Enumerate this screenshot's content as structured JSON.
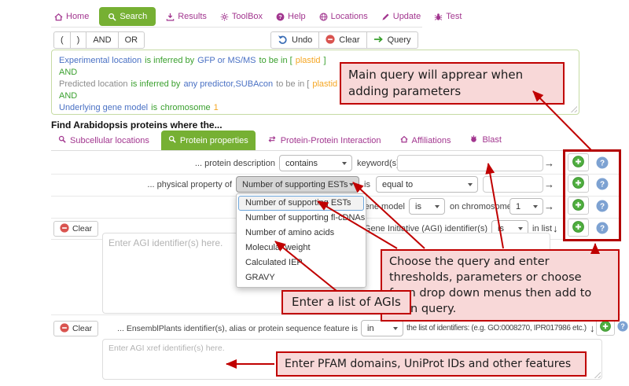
{
  "nav": {
    "items": [
      {
        "label": "Home",
        "icon": "home-icon",
        "active": false
      },
      {
        "label": "Search",
        "icon": "search-icon",
        "active": true
      },
      {
        "label": "Results",
        "icon": "download-icon",
        "active": false
      },
      {
        "label": "ToolBox",
        "icon": "gears-icon",
        "active": false
      },
      {
        "label": "Help",
        "icon": "help-icon",
        "active": false
      },
      {
        "label": "Locations",
        "icon": "globe-icon",
        "active": false
      },
      {
        "label": "Update",
        "icon": "pencil-icon",
        "active": false
      },
      {
        "label": "Test",
        "icon": "bug-icon",
        "active": false
      }
    ]
  },
  "toolbar": {
    "paren_open": "(",
    "paren_close": ")",
    "and_label": "AND",
    "or_label": "OR",
    "undo_label": "Undo",
    "clear_label": "Clear",
    "query_label": "Query"
  },
  "query_box": {
    "lines": [
      {
        "tokens": [
          {
            "text": "Experimental location",
            "color": "blue"
          },
          {
            "text": "is inferred by",
            "color": "green"
          },
          {
            "text": "GFP or MS/MS",
            "color": "blue"
          },
          {
            "text": "to be in [",
            "color": "green"
          },
          {
            "text": "plastid",
            "color": "orange"
          },
          {
            "text": "]",
            "color": "green"
          }
        ]
      },
      {
        "tokens": [
          {
            "text": "AND",
            "color": "green"
          }
        ]
      },
      {
        "tokens": [
          {
            "text": "Predicted location",
            "color": "gray"
          },
          {
            "text": "is inferred by",
            "color": "green"
          },
          {
            "text": "any predictor,SUBAcon",
            "color": "blue"
          },
          {
            "text": "to be in [",
            "color": "gray"
          },
          {
            "text": "plastid",
            "color": "orange"
          },
          {
            "text": "]",
            "color": "gray"
          }
        ]
      },
      {
        "tokens": [
          {
            "text": "AND",
            "color": "green"
          }
        ]
      },
      {
        "tokens": [
          {
            "text": "Underlying gene model",
            "color": "blue"
          },
          {
            "text": "is",
            "color": "green"
          },
          {
            "text": "chromosome",
            "color": "green"
          },
          {
            "text": "1",
            "color": "orange"
          }
        ]
      }
    ]
  },
  "heading": "Find Arabidopsis proteins where the...",
  "tabs": [
    {
      "label": "Subcellular locations",
      "icon": "search-icon",
      "active": false
    },
    {
      "label": "Protein properties",
      "icon": "search-icon",
      "active": true
    },
    {
      "label": "Protein-Protein Interaction",
      "icon": "exchange-icon",
      "active": false
    },
    {
      "label": "Affiliations",
      "icon": "home-icon",
      "active": false
    },
    {
      "label": "Blast",
      "icon": "blast-icon",
      "active": false
    }
  ],
  "rows": {
    "protein_description": {
      "label": "... protein description",
      "operator_value": "contains",
      "keyword_label": "keyword(s)",
      "keyword_value": "",
      "arrow": "→"
    },
    "physical_property": {
      "label": "... physical property of",
      "property_value": "Number of supporting ESTs",
      "is_label": "is",
      "comparator_value": "equal to",
      "threshold_value": "",
      "arrow": "→"
    },
    "gene_model": {
      "label": "... gene model",
      "is_value": "is",
      "chromosome_label": "on chromosome",
      "chromosome_value": "1",
      "arrow": "→"
    },
    "agi_list": {
      "clear_label": "Clear",
      "label": "... Arabidopsis Gene Initiative (AGI) identifier(s)",
      "is_value": "is",
      "in_list_label": "in list",
      "arrow": "↓",
      "textarea_placeholder": "Enter AGI identifier(s) here."
    },
    "xref_list": {
      "clear_label": "Clear",
      "label": "... EnsemblPlants identifier(s), alias or protein sequence feature is",
      "in_value": "in",
      "list_label": "the list of identifiers: (e.g. GO:0008270, IPR017986 etc.)",
      "arrow": "↓",
      "textarea_placeholder": "Enter AGI xref identifier(s) here."
    }
  },
  "property_dropdown": {
    "selected_index": 0,
    "options": [
      "Number of supporting ESTs",
      "Number of supporting fl-cDNAs",
      "Number of amino acids",
      "Molecular weight",
      "Calculated IEP",
      "GRAVY"
    ]
  },
  "annotations": {
    "main_query": "Main query will apprear when adding parameters",
    "choose_query": "Choose the query and enter thresholds, parameters or choose from drop down menus then add to main query.",
    "agi": "Enter a list of AGIs",
    "pfam": "Enter PFAM domains, UniProt IDs and other features"
  },
  "colors": {
    "accent_green": "#76b033",
    "nav_magenta": "#a2368f",
    "annotation_red": "#c00000",
    "annotation_bg": "#f8d8d8",
    "token_blue": "#4a71c4",
    "token_green": "#3aa02e",
    "token_orange": "#f5a623",
    "token_gray": "#8c8c8c",
    "plus_green": "#4fae3f",
    "help_blue": "#7da2d2",
    "clear_red": "#d9534f"
  }
}
